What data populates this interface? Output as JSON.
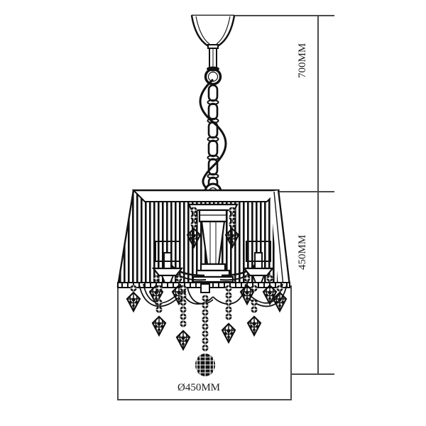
{
  "drawing": {
    "title": "Chandelier technical dimension drawing",
    "product_type": "crystal chandelier with fabric drum-trapezoid shade",
    "background_color": "#ffffff",
    "line_color": "#1c1c1c",
    "dimension_line_color": "#4a4a4a"
  },
  "dimensions": {
    "total_height": {
      "label": "700MM",
      "value": 700,
      "unit": "MM",
      "orientation": "vertical",
      "description": "overall suspension height from ceiling plate to top of shade"
    },
    "fixture_height": {
      "label": "450MM",
      "value": 450,
      "unit": "MM",
      "orientation": "vertical",
      "description": "height of the shade and crystal body"
    },
    "diameter": {
      "label": "Ø450MM",
      "value": 450,
      "unit": "MM",
      "orientation": "horizontal",
      "symbol": "Ø",
      "description": "overall diameter of the shade at its widest"
    }
  },
  "parts": {
    "ceiling_canopy": "bell-shaped ceiling canopy",
    "suspension_rod": "vertical suspension rod",
    "suspension_ring": "round suspension ring",
    "chain": "oval-link chain with spiral cable",
    "shade": "trapezoidal pleated fabric shade",
    "central_column": "tapered central crystal column",
    "candle_arms": "curved candle arms with bobeches",
    "candle_lamps": "candle lamps with small square shades",
    "crystal_drops": "faceted crystal pendant drops",
    "bead_strands": "strands of faceted crystal beads",
    "ball_finial": "faceted crystal ball finial"
  }
}
